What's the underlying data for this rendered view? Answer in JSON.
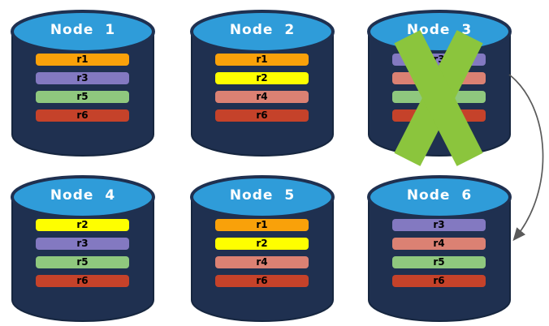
{
  "palette": {
    "cylinder_body": "#1F3050",
    "cylinder_outline": "#16263F",
    "cylinder_top": "#2F9CD9",
    "node_title_text": "#FFFFFF",
    "replica_text": "#000000",
    "failure_x": "#8BC53D",
    "arrow": "#5A5A5A"
  },
  "replica_colors": {
    "r1": "#F9A10A",
    "r2": "#FEFE00",
    "r3": "#8379C1",
    "r4": "#DB8173",
    "r5": "#8FC87E",
    "r6": "#C5422A"
  },
  "nodes": [
    {
      "label": "Node 1",
      "replicas": [
        {
          "label": "r1",
          "color": "#F9A10A"
        },
        {
          "label": "r3",
          "color": "#8379C1"
        },
        {
          "label": "r5",
          "color": "#8FC87E"
        },
        {
          "label": "r6",
          "color": "#C5422A"
        }
      ]
    },
    {
      "label": "Node 2",
      "replicas": [
        {
          "label": "r1",
          "color": "#F9A10A"
        },
        {
          "label": "r2",
          "color": "#FEFE00"
        },
        {
          "label": "r4",
          "color": "#DB8173"
        },
        {
          "label": "r6",
          "color": "#C5422A"
        }
      ]
    },
    {
      "label": "Node 3",
      "replicas": [
        {
          "label": "r3",
          "color": "#8379C1"
        },
        {
          "label": "",
          "color": "#DB8173"
        },
        {
          "label": "",
          "color": "#8FC87E"
        },
        {
          "label": "",
          "color": "#C5422A"
        }
      ]
    },
    {
      "label": "Node 4",
      "replicas": [
        {
          "label": "r2",
          "color": "#FEFE00"
        },
        {
          "label": "r3",
          "color": "#8379C1"
        },
        {
          "label": "r5",
          "color": "#8FC87E"
        },
        {
          "label": "r6",
          "color": "#C5422A"
        }
      ]
    },
    {
      "label": "Node 5",
      "replicas": [
        {
          "label": "r1",
          "color": "#F9A10A"
        },
        {
          "label": "r2",
          "color": "#FEFE00"
        },
        {
          "label": "r4",
          "color": "#DB8173"
        },
        {
          "label": "r6",
          "color": "#C5422A"
        }
      ]
    },
    {
      "label": "Node 6",
      "replicas": [
        {
          "label": "r3",
          "color": "#8379C1"
        },
        {
          "label": "r4",
          "color": "#DB8173"
        },
        {
          "label": "r5",
          "color": "#8FC87E"
        },
        {
          "label": "r6",
          "color": "#C5422A"
        }
      ]
    }
  ],
  "failure": {
    "marked_node": "Node 3"
  },
  "arrow": {
    "from": "Node 3",
    "to": "Node 6",
    "color": "#5A5A5A"
  }
}
